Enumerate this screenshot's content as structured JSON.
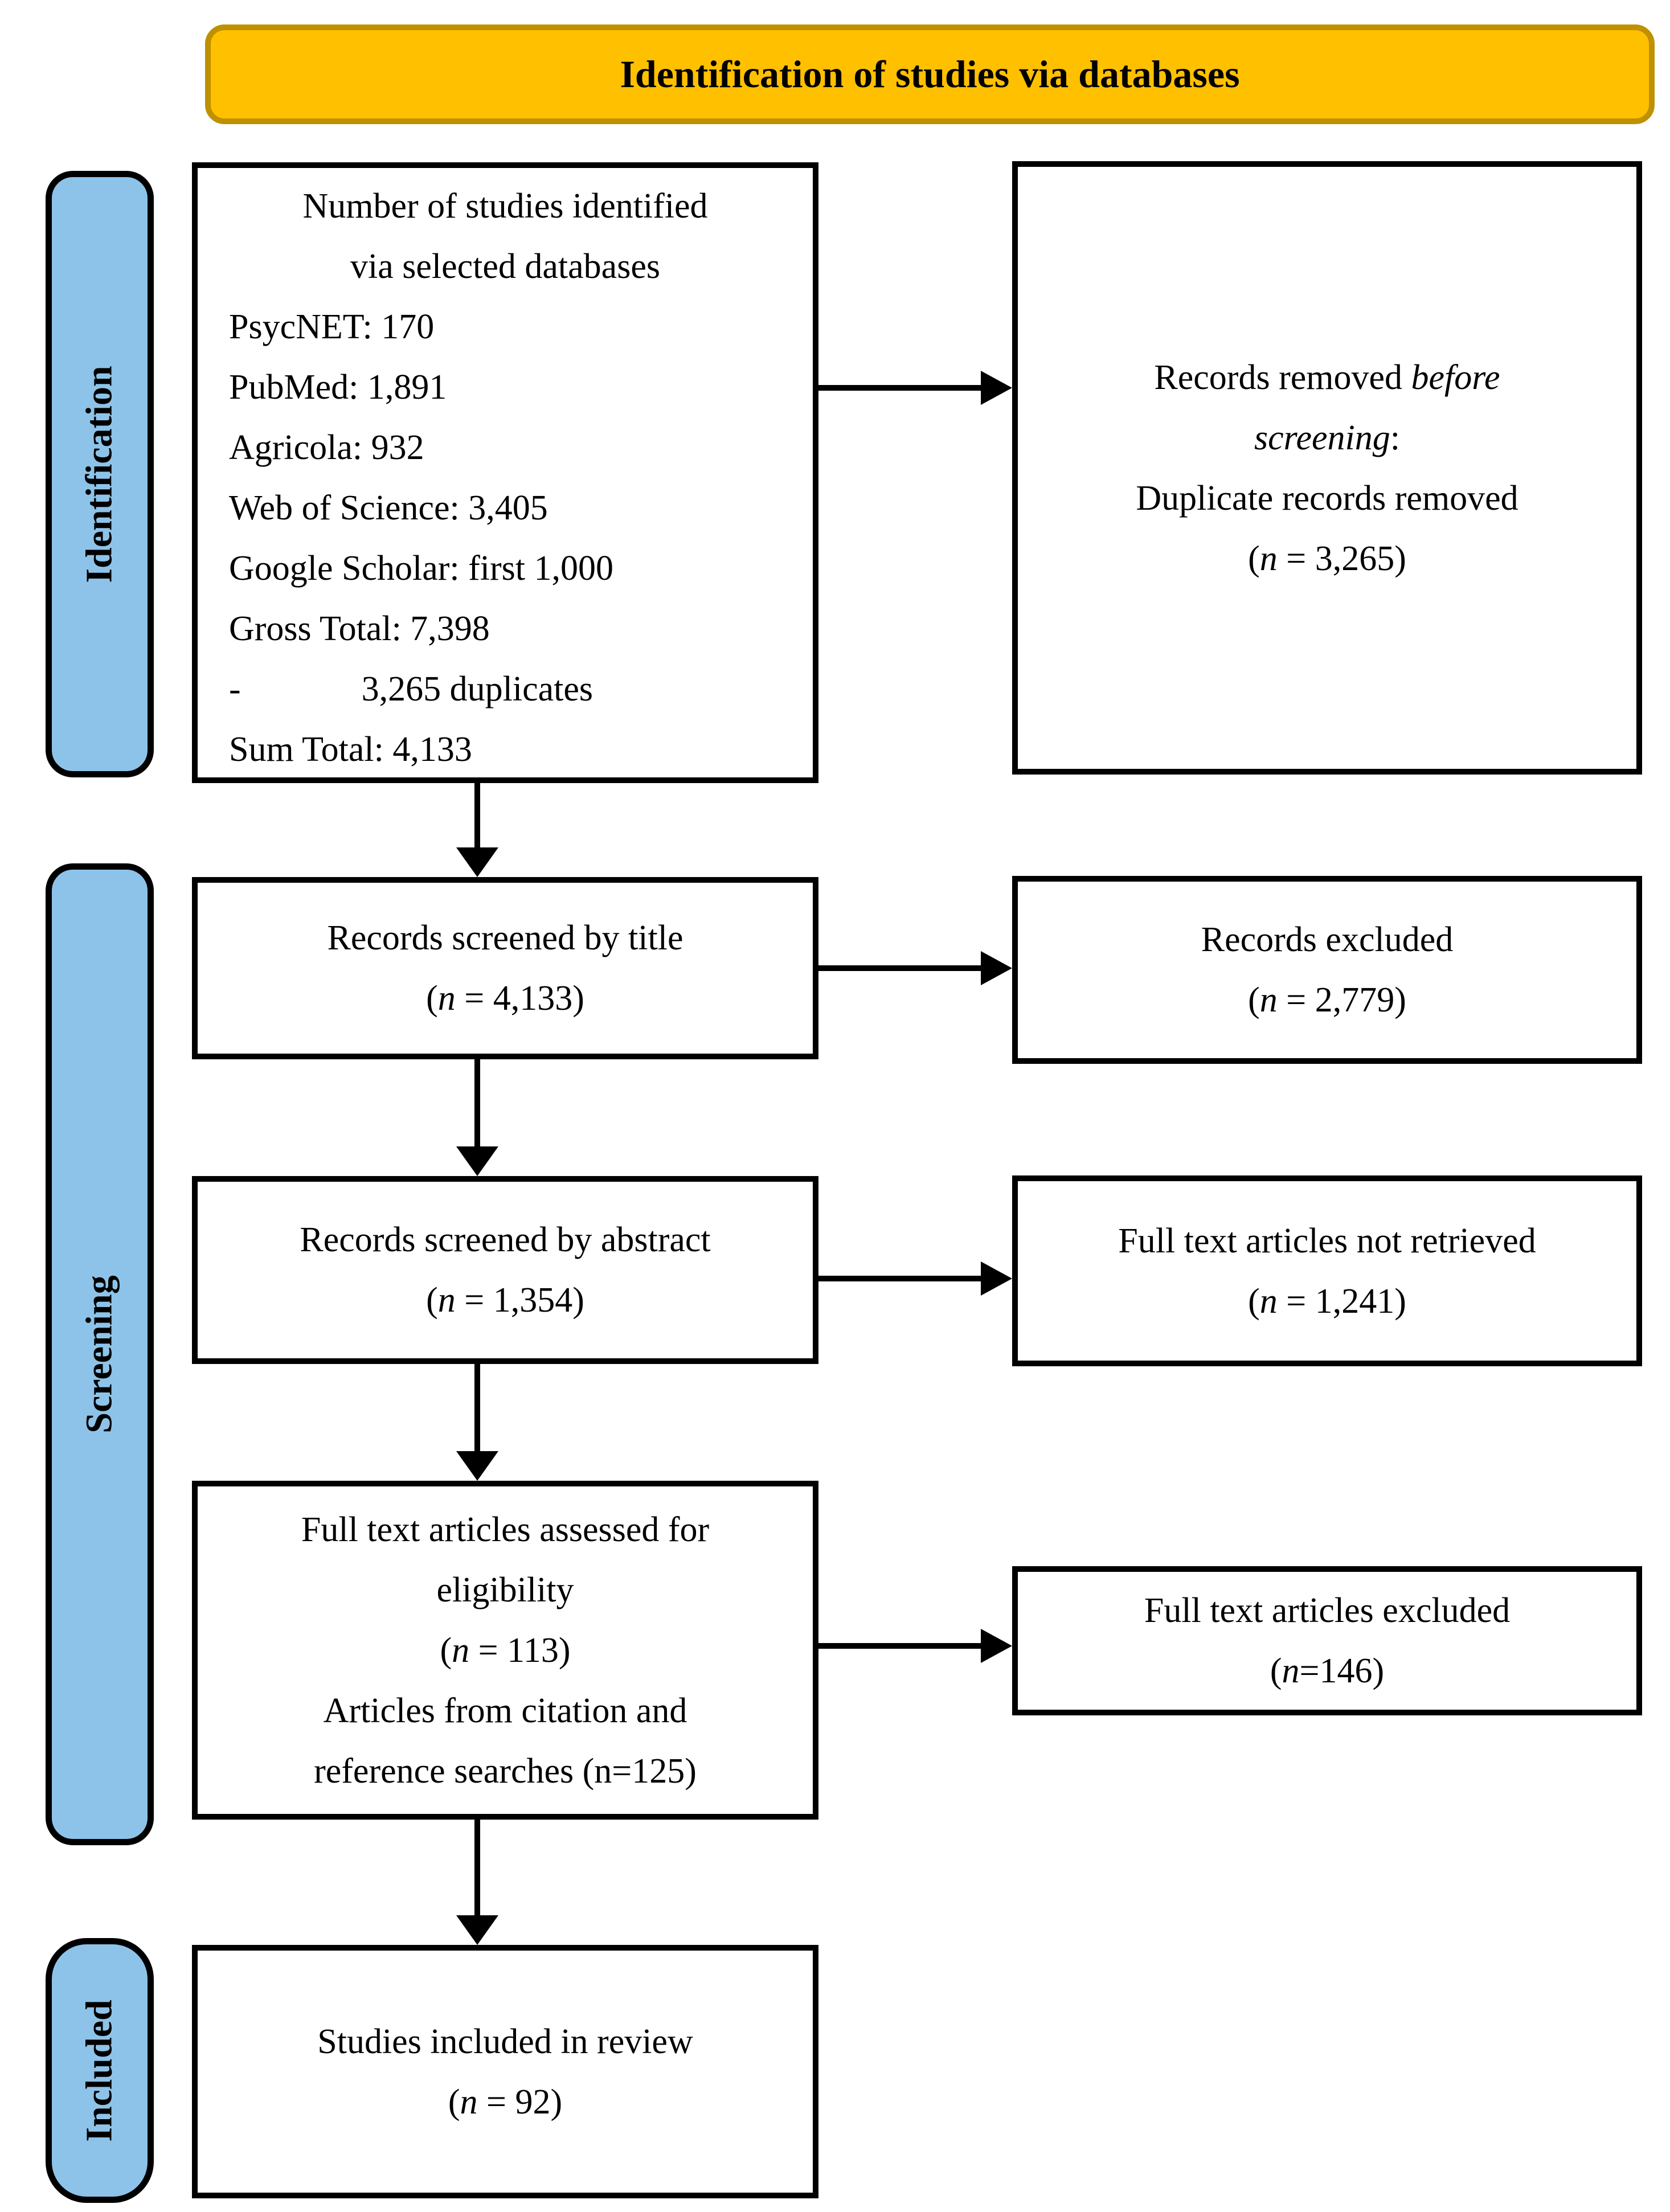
{
  "colors": {
    "banner_fill": "#FFC000",
    "banner_border": "#BF9000",
    "label_fill": "#8DC3E9",
    "line": "#000000"
  },
  "banner": {
    "title": "Identification of studies via databases"
  },
  "sidebar": {
    "identification": "Identification",
    "screening": "Screening",
    "included": "Included"
  },
  "boxes": {
    "identified": {
      "title1": "Number of studies identified",
      "title2": "via selected databases",
      "items": [
        "PsycNET: 170",
        "PubMed: 1,891",
        "Agricola: 932",
        "Web of Science: 3,405",
        "Google Scholar: first 1,000",
        "Gross Total: 7,398"
      ],
      "dup_dash": "-",
      "dup_text": "3,265 duplicates",
      "sum": "Sum Total: 4,133"
    },
    "removed_before": {
      "l1a": "Records removed ",
      "l1b": "before",
      "l2a": "screening",
      "l2b": ":",
      "l3": "Duplicate records removed",
      "n_pre": "(",
      "n_var": "n",
      "n_post": " = 3,265)"
    },
    "screened_title": {
      "l1": "Records screened by title",
      "n_pre": "(",
      "n_var": "n",
      "n_post": " = 4,133)"
    },
    "records_excluded": {
      "l1": "Records excluded",
      "n_pre": "(",
      "n_var": "n",
      "n_post": " = 2,779)"
    },
    "screened_abstract": {
      "l1": "Records screened by abstract",
      "n_pre": "(",
      "n_var": "n",
      "n_post": " = 1,354)"
    },
    "not_retrieved": {
      "l1": "Full text articles not retrieved",
      "n_pre": "(",
      "n_var": "n",
      "n_post": " = 1,241)"
    },
    "eligibility": {
      "l1": "Full text articles assessed for",
      "l2": "eligibility",
      "n_pre": "(",
      "n_var": "n",
      "n_post": " = 113)",
      "l4": "Articles from citation and",
      "l5": "reference searches (n=125)"
    },
    "fulltext_excluded": {
      "l1": "Full text articles excluded",
      "n_pre": "(",
      "n_var": "n",
      "n_post": "=146)"
    },
    "included_review": {
      "l1": "Studies included in review",
      "n_pre": "(",
      "n_var": "n",
      "n_post": " = 92)"
    }
  }
}
